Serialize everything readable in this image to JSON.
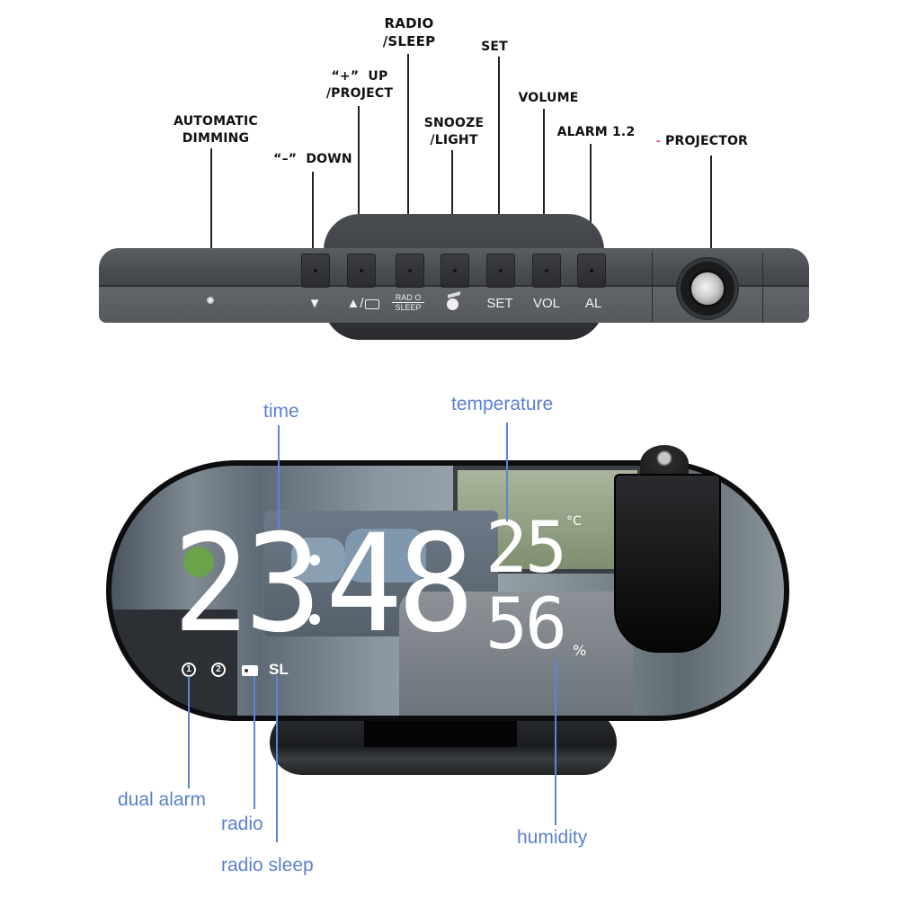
{
  "top_callouts": {
    "automatic_dimming": "AUTOMATIC\nDIMMING",
    "down": "“–”  DOWN",
    "up_project": "“+”  UP\n/PROJECT",
    "radio_sleep": "RADIO\n/SLEEP",
    "snooze_light": "SNOOZE\n/LIGHT",
    "set": "SET",
    "volume": "VOLUME",
    "alarm": "ALARM 1.2",
    "projector": "PROJECTOR",
    "projector_dash": "-"
  },
  "device_buttons": [
    {
      "id": "down",
      "label": "▼",
      "icon": "triangle-down-icon"
    },
    {
      "id": "up",
      "label": "▲/",
      "icon": "triangle-up-projector-icon"
    },
    {
      "id": "radio",
      "label_top": "RAD O",
      "label_bottom": "SLEEP",
      "icon": "radio-sleep-icon"
    },
    {
      "id": "snooze",
      "label": "",
      "icon": "snooze-light-icon"
    },
    {
      "id": "set",
      "label": "SET"
    },
    {
      "id": "vol",
      "label": "VOL"
    },
    {
      "id": "al",
      "label": "AL"
    }
  ],
  "display": {
    "time_hours": "23",
    "time_minutes": "48",
    "temperature": "25",
    "temperature_unit": "°C",
    "humidity": "56",
    "humidity_unit": "%",
    "status_icons": [
      "alarm-1-icon",
      "alarm-2-icon",
      "radio-icon"
    ],
    "alarm1_num": "1",
    "alarm2_num": "2",
    "sleep_indicator": "SL"
  },
  "bottom_callouts": {
    "time": "time",
    "temperature": "temperature",
    "dual_alarm": "dual alarm",
    "radio": "radio",
    "radio_sleep": "radio sleep",
    "humidity": "humidity"
  },
  "colors": {
    "callout_blue": "#5b7fd0",
    "callout_line_blue": "#5b86d6",
    "label_black": "#111111",
    "device_gray": "#55585c",
    "display_white": "#ffffff"
  }
}
